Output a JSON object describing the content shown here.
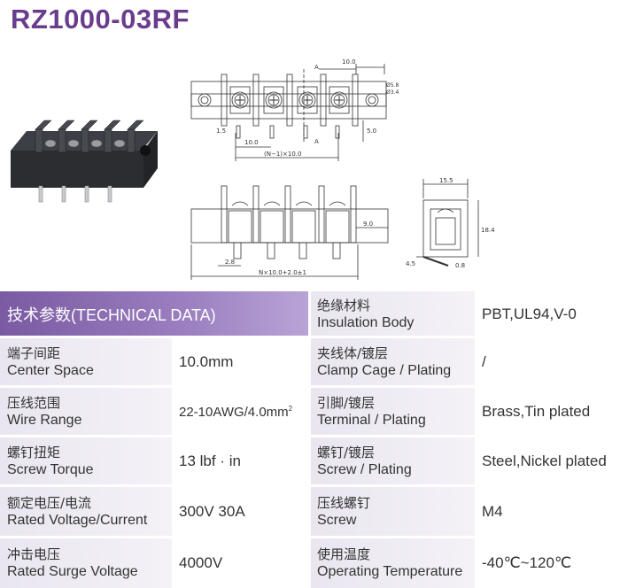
{
  "title": "RZ1000-03RF",
  "drawing": {
    "dim_pitch_top": "10.0",
    "dim_a_top": "A",
    "dim_a_bottom": "A",
    "dim_dia1": "Ø5.8",
    "dim_dia2": "Ø3.4",
    "dim_15": "1.5",
    "dim_10": "10.0",
    "dim_n": "(N−1)×10.0",
    "dim_50": "5.0",
    "dim_90": "9.0",
    "dim_28": "2.8",
    "dim_total": "N×10.0+2.0±1",
    "dim_155": "15.5",
    "dim_184": "18.4",
    "dim_45": "4.5",
    "dim_08": "0.8"
  },
  "table": {
    "header": "技术参数(TECHNICAL DATA)",
    "left": [
      {
        "cn": "端子间距",
        "en": "Center Space",
        "value": "10.0mm"
      },
      {
        "cn": "压线范围",
        "en": "Wire Range",
        "value": "22-10AWG/4.0mm",
        "sup": "2"
      },
      {
        "cn": "螺钉扭矩",
        "en": "Screw Torque",
        "value": "13 lbf · in"
      },
      {
        "cn": "额定电压/电流",
        "en": "Rated Voltage/Current",
        "value": "300V 30A"
      },
      {
        "cn": "冲击电压",
        "en": "Rated Surge Voltage",
        "value": "4000V"
      }
    ],
    "right": [
      {
        "cn": "绝缘材料",
        "en": "Insulation Body",
        "value": "PBT,UL94,V-0"
      },
      {
        "cn": "夹线体/镀层",
        "en": "Clamp Cage / Plating",
        "value": "/"
      },
      {
        "cn": "引脚/镀层",
        "en": "Terminal / Plating",
        "value": "Brass,Tin plated"
      },
      {
        "cn": "螺钉/镀层",
        "en": "Screw / Plating",
        "value": "Steel,Nickel plated"
      },
      {
        "cn": "压线螺钉",
        "en": "Screw",
        "value": "M4"
      },
      {
        "cn": "使用温度",
        "en": "Operating Temperature",
        "value": "-40℃~120℃"
      }
    ]
  },
  "colors": {
    "title": "#6a3d8c",
    "header_bg": "#8a6bb3",
    "label_bg": "#ece9f2"
  }
}
